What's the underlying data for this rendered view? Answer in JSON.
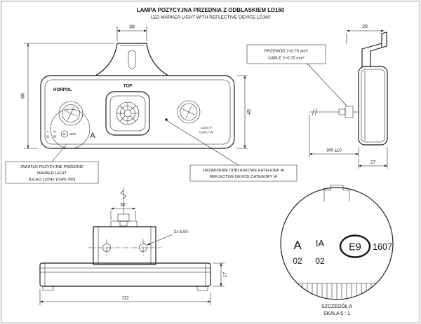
{
  "title": {
    "line1": "LAMPA POZYCYJNA PRZEDNIA Z ODBLASKIEM LD160",
    "line2": "LED MARKER LIGHT WITH REFLECTIVE DEVICE LD160"
  },
  "front": {
    "brand": "HORPOL",
    "top_label": "TOP",
    "detail_letter": "A",
    "dim_top": "39",
    "dim_left": "66",
    "dim_right": "45",
    "mark_a": "A",
    "mark_a_code": "02",
    "mark_ia": "IA",
    "mark_ia_code": "02",
    "mark_e": "E9",
    "mark_e_num": "1607",
    "voltage": "12/24 V",
    "power": "0,4/0,7 W"
  },
  "side": {
    "dim_top": "20",
    "dim_cable": "300 ±10",
    "dim_bottom": "27"
  },
  "bottom": {
    "dim_top": "30",
    "holes_label": "2x 5,50",
    "dim_height": "17",
    "dim_width": "112"
  },
  "detail": {
    "mark_a": "A",
    "mark_a_code": "02",
    "mark_ia": "IA",
    "mark_ia_code": "02",
    "mark_e": "E9",
    "mark_e_num": "1607",
    "caption": "SZCZEGÓŁ A",
    "scale": "SKALA 5 : 1"
  },
  "callouts": {
    "marker_light_line1": "ŚWIATŁO POZYCYJNE PRZEDNIE",
    "marker_light_line2": "MARKER LIGHT",
    "marker_light_line3": "[1xLED 12/24V (0,4/0,7W)]",
    "reflector_line1": "URZĄDZENIE ODBLASKOWE KATEGORII IA",
    "reflector_line2": "REFLECTIVE DEVICE CATEGORY IA",
    "cable_line1": "PRZEWÓD 2×0,75 mm²",
    "cable_line2": "CABLE 2×0,75 mm²"
  },
  "colors": {
    "ink": "#151515",
    "background": "#ffffff"
  }
}
